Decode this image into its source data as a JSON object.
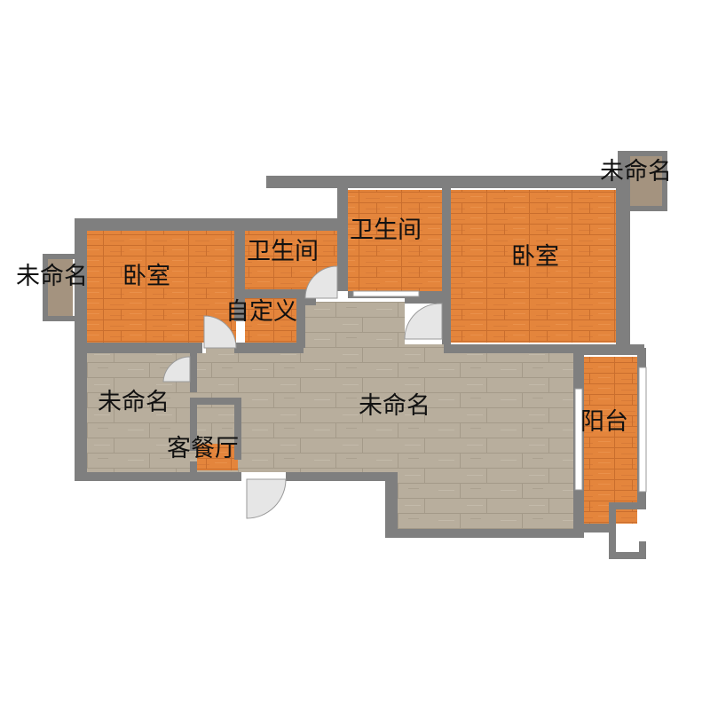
{
  "colors": {
    "wall": "#7f7f7f",
    "wood_orange": "#e4853c",
    "wood_orange_dark": "#cf7332",
    "wood_grey": "#b7ad9c",
    "wood_grey_dark": "#a89f8f",
    "small_room": "#a1917e",
    "door": "#d8d8d8"
  },
  "labels": {
    "unnamed_top_right": "未命名",
    "unnamed_left": "未命名",
    "bedroom_left": "卧室",
    "bathroom_1": "卫生间",
    "bathroom_2": "卫生间",
    "bedroom_right": "卧室",
    "custom": "自定义",
    "unnamed_left_room": "未命名",
    "unnamed_center": "未命名",
    "living_dining": "客餐厅",
    "balcony": "阳台"
  }
}
